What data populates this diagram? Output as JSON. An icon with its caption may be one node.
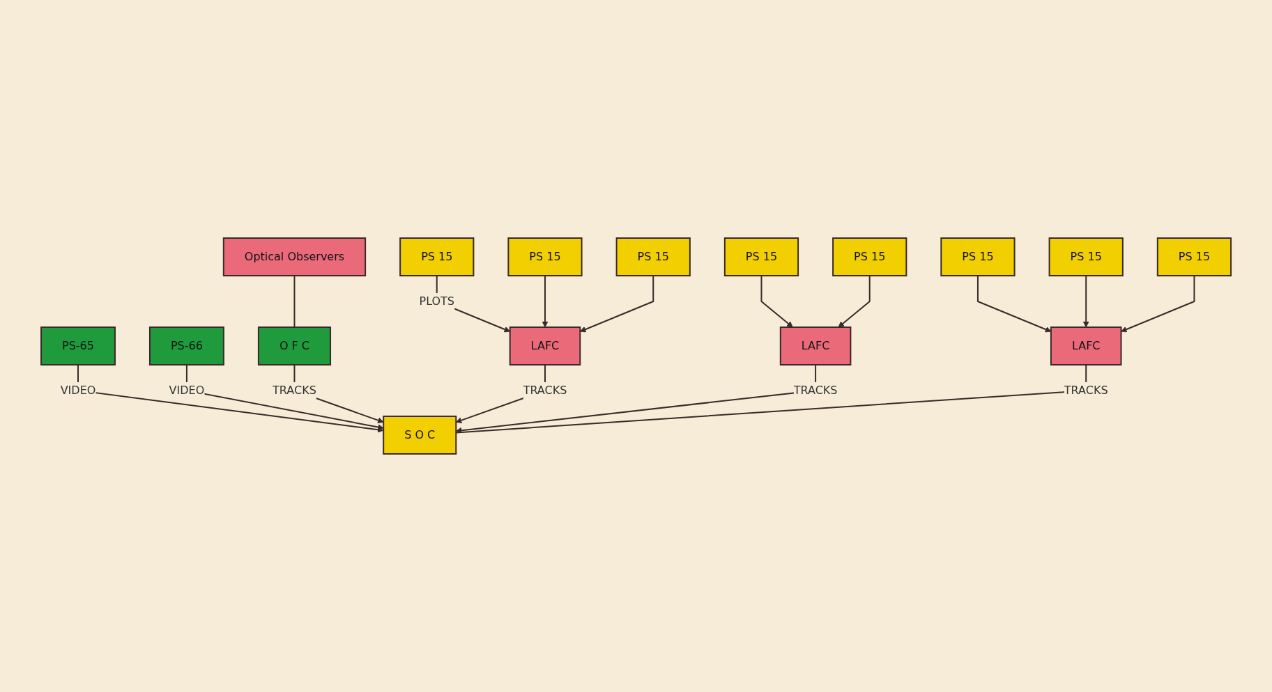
{
  "diagram": {
    "nodes": [
      {
        "text": [
          "PS-65"
        ]
      },
      {
        "text": [
          "PS-66"
        ]
      },
      {
        "text": [
          "Optical Observers"
        ]
      },
      {
        "text": [
          "S O C"
        ]
      },
      {
        "text": [
          "O F C"
        ]
      },
      {
        "text": [
          "LAFC"
        ]
      },
      {
        "text": [
          "LAFC"
        ]
      },
      {
        "text": [
          "LAFC"
        ]
      },
      {
        "text": [
          "PS 15"
        ]
      },
      {
        "text": [
          "PS 15"
        ]
      },
      {
        "text": [
          "PS 15"
        ]
      },
      {
        "text": [
          "PS 15"
        ]
      },
      {
        "text": [
          "PS 15"
        ]
      },
      {
        "text": [
          "PS 15"
        ]
      },
      {
        "text": [
          "PS 15"
        ]
      },
      {
        "text": [
          "PS 15"
        ]
      }
    ],
    "edges": [
      {
        "from": 0,
        "to": 3,
        "arrow": "to",
        "label": "VIDEO"
      },
      {
        "from": 1,
        "to": 3,
        "arrow": "to",
        "label": "VIDEO"
      },
      {
        "from": 2,
        "to": 4,
        "arrow": "none"
      },
      {
        "from": 4,
        "to": 3,
        "arrow": "to",
        "label": "TRACKS"
      },
      {
        "from": 5,
        "to": 3,
        "arrow": "to",
        "label": "TRACKS"
      },
      {
        "from": 6,
        "to": 3,
        "arrow": "to",
        "label": "TRACKS"
      },
      {
        "from": 7,
        "to": 3,
        "arrow": "none",
        "label": "TRACKS"
      },
      {
        "from": 8,
        "to": 5,
        "arrow": "to",
        "label": "PLOTS"
      },
      {
        "from": 9,
        "to": 5,
        "arrow": "to"
      },
      {
        "from": 10,
        "to": 5,
        "arrow": "to"
      },
      {
        "from": 11,
        "to": 6,
        "arrow": "to"
      },
      {
        "from": 12,
        "to": 6,
        "arrow": "to"
      },
      {
        "from": 13,
        "to": 7,
        "arrow": "to"
      },
      {
        "from": 14,
        "to": 7,
        "arrow": "to"
      },
      {
        "from": 15,
        "to": 7,
        "arrow": "to"
      }
    ]
  }
}
